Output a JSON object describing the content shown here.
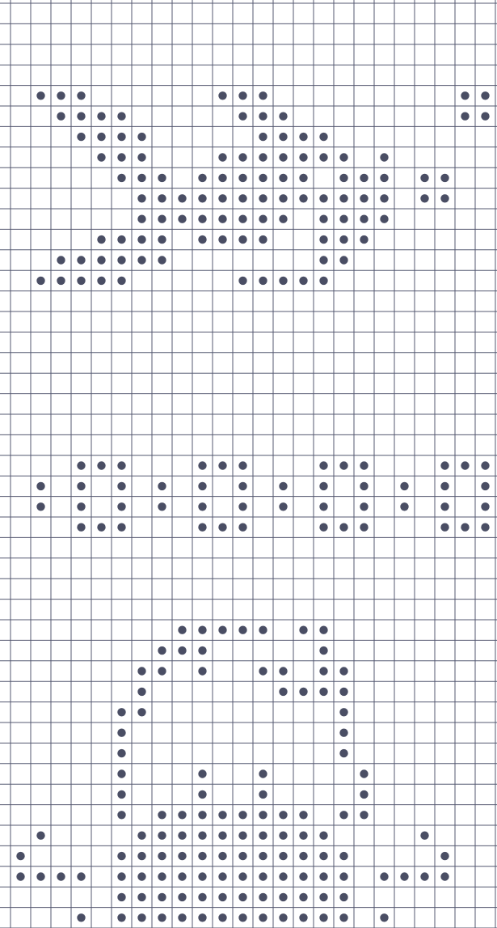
{
  "pattern": {
    "grid_color": "#545870",
    "dot_color": "#4a4e64",
    "background_color": "#ffffff",
    "columns": 25,
    "rows": 46,
    "motifs": [
      {
        "name": "fish-band",
        "rows": {
          "4": [
            2,
            3,
            4,
            11,
            12,
            13,
            23,
            24
          ],
          "5": [
            3,
            4,
            5,
            6,
            12,
            13,
            14,
            23,
            24
          ],
          "6": [
            4,
            5,
            6,
            7,
            13,
            14,
            15,
            16
          ],
          "7": [
            5,
            6,
            7,
            11,
            12,
            13,
            14,
            15,
            16,
            17,
            19
          ],
          "8": [
            6,
            7,
            8,
            10,
            11,
            12,
            13,
            14,
            15,
            17,
            18,
            19,
            21,
            22
          ],
          "9": [
            7,
            8,
            9,
            10,
            11,
            12,
            13,
            14,
            15,
            16,
            17,
            18,
            19,
            21,
            22
          ],
          "10": [
            7,
            8,
            9,
            10,
            11,
            12,
            13,
            14,
            16,
            17,
            18,
            19
          ],
          "11": [
            5,
            6,
            7,
            8,
            10,
            11,
            12,
            13,
            16,
            17,
            18
          ],
          "12": [
            3,
            4,
            5,
            6,
            7,
            8,
            16,
            17
          ],
          "13": [
            2,
            3,
            4,
            5,
            6,
            12,
            13,
            14,
            15,
            16
          ]
        }
      },
      {
        "name": "ring-band",
        "rows": {
          "22": [
            4,
            5,
            6,
            10,
            11,
            12,
            16,
            17,
            18,
            22,
            23,
            24
          ],
          "23": [
            2,
            4,
            6,
            8,
            10,
            12,
            14,
            16,
            18,
            20,
            22,
            24
          ],
          "24": [
            2,
            4,
            6,
            8,
            10,
            12,
            14,
            16,
            18,
            20,
            22,
            24
          ],
          "25": [
            4,
            5,
            6,
            10,
            11,
            12,
            16,
            17,
            18,
            22,
            23,
            24
          ]
        }
      },
      {
        "name": "bell-motif",
        "rows": {
          "30": [
            9,
            10,
            11,
            12,
            13,
            15,
            16
          ],
          "31": [
            8,
            9,
            10,
            16
          ],
          "32": [
            7,
            8,
            10,
            13,
            14,
            16,
            17
          ],
          "33": [
            7,
            14,
            15,
            16,
            17
          ],
          "34": [
            6,
            7,
            17
          ],
          "35": [
            6,
            17
          ],
          "36": [
            6,
            17
          ],
          "37": [
            6,
            10,
            13,
            18
          ],
          "38": [
            6,
            10,
            13,
            18
          ],
          "39": [
            6,
            8,
            9,
            10,
            11,
            12,
            13,
            14,
            15,
            17,
            18
          ],
          "40": [
            2,
            7,
            8,
            9,
            10,
            11,
            12,
            13,
            14,
            15,
            16,
            21
          ],
          "41": [
            1,
            6,
            7,
            8,
            9,
            10,
            11,
            12,
            13,
            14,
            15,
            16,
            17,
            22
          ],
          "42": [
            1,
            2,
            3,
            4,
            6,
            7,
            8,
            9,
            10,
            11,
            12,
            13,
            14,
            15,
            16,
            17,
            19,
            20,
            21,
            22
          ],
          "43": [
            6,
            7,
            8,
            9,
            10,
            11,
            12,
            13,
            14,
            15,
            16,
            17
          ],
          "44": [
            4,
            6,
            7,
            8,
            9,
            10,
            11,
            12,
            13,
            14,
            15,
            16,
            17,
            19
          ]
        }
      }
    ]
  }
}
